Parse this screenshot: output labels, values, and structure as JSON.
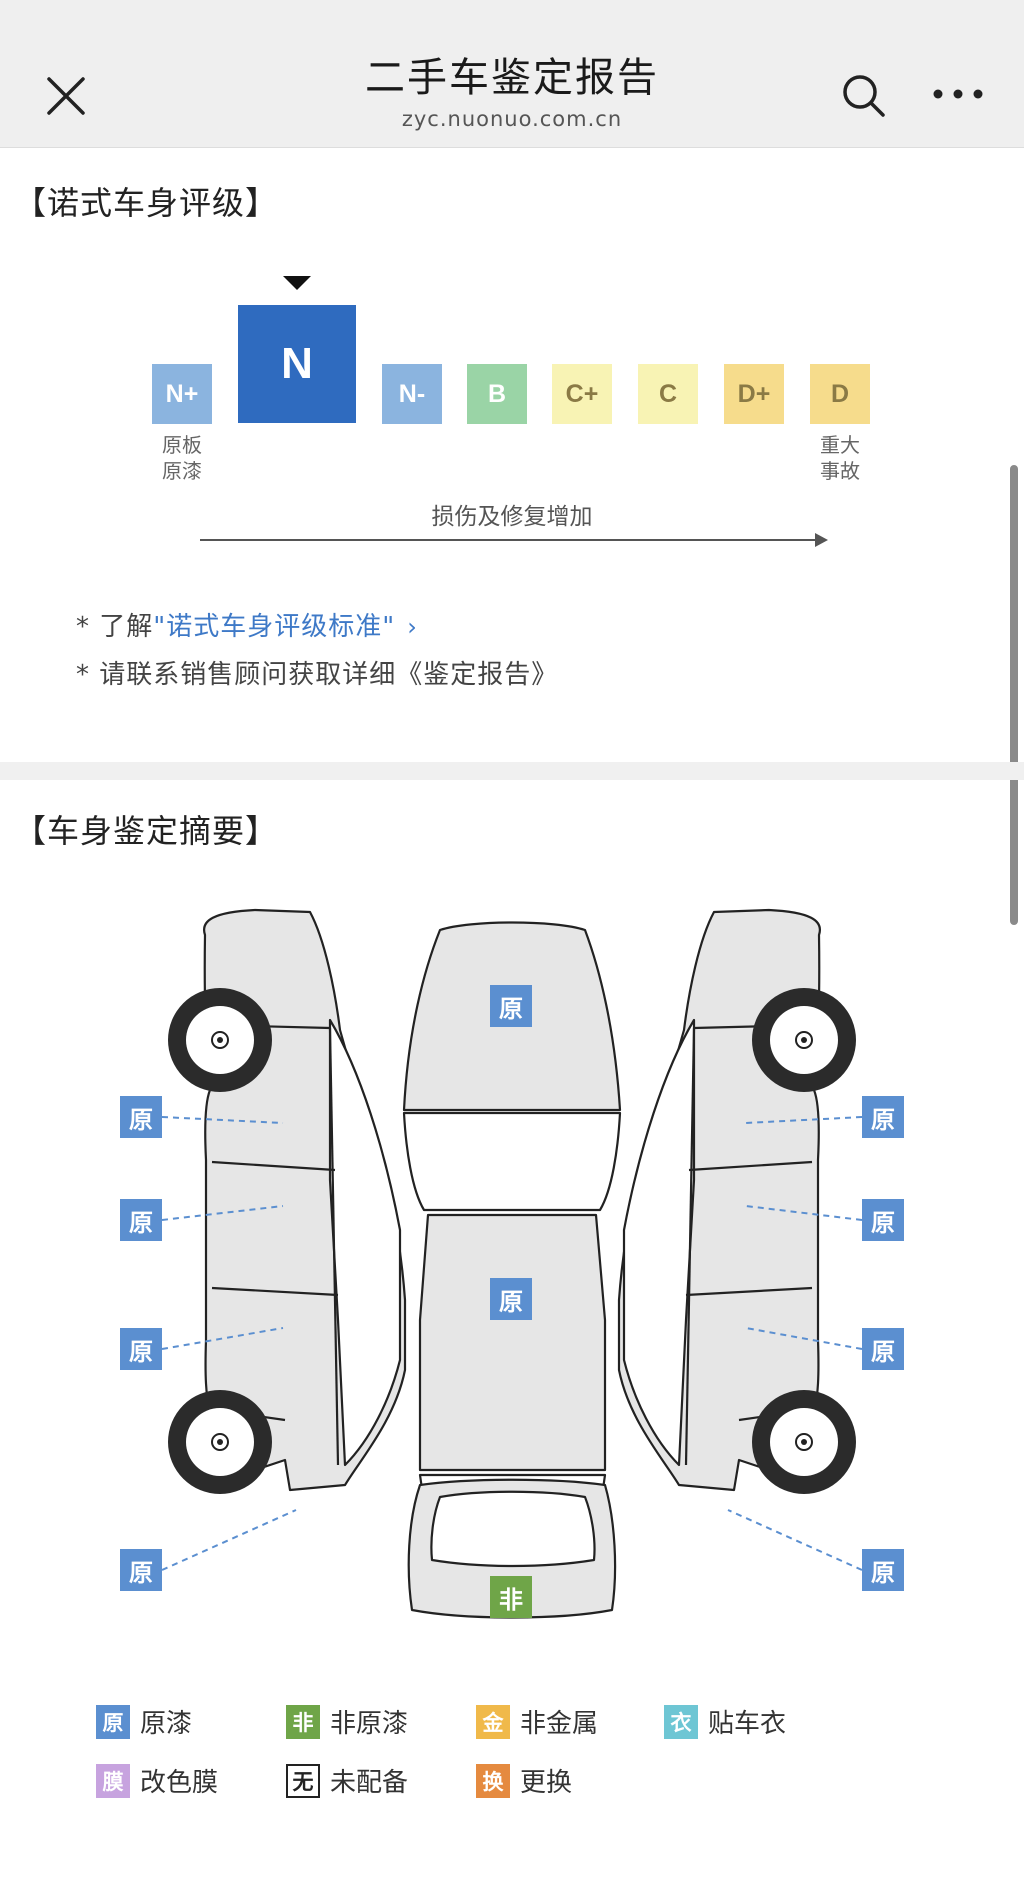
{
  "header": {
    "title": "二手车鉴定报告",
    "subtitle": "zyc.nuonuo.com.cn",
    "close_icon": "close-icon",
    "search_icon": "search-icon",
    "more_icon": "more-dots-icon"
  },
  "rating": {
    "section_title": "【诺式车身评级】",
    "current_grade": "N",
    "grades": [
      {
        "label": "N+",
        "color": "#8bb4df"
      },
      {
        "label": "N",
        "color": "#2f6bbf"
      },
      {
        "label": "N-",
        "color": "#8bb4df"
      },
      {
        "label": "B",
        "color": "#9ad4a6"
      },
      {
        "label": "C+",
        "color": "#f8f3b4"
      },
      {
        "label": "C",
        "color": "#f8f3b4"
      },
      {
        "label": "D+",
        "color": "#f6dc8c"
      },
      {
        "label": "D",
        "color": "#f6dc8c"
      }
    ],
    "left_note_line1": "原板",
    "left_note_line2": "原漆",
    "right_note_line1": "重大",
    "right_note_line2": "事故",
    "axis_label": "损伤及修复增加",
    "tip1_prefix": "* 了解",
    "tip1_link": "\"诺式车身评级标准\"",
    "tip1_chevron": "›",
    "tip2": "* 请联系销售顾问获取详细《鉴定报告》"
  },
  "summary": {
    "section_title": "【车身鉴定摘要】",
    "tags": {
      "left_front_fender": "原",
      "left_front_door": "原",
      "left_rear_door": "原",
      "left_rear_fender": "原",
      "hood": "原",
      "roof": "原",
      "trunk": "非",
      "right_front_fender": "原",
      "right_front_door": "原",
      "right_rear_door": "原",
      "right_rear_fender": "原"
    }
  },
  "legend": [
    {
      "glyph": "原",
      "label": "原漆",
      "color": "#5b8fd0"
    },
    {
      "glyph": "非",
      "label": "非原漆",
      "color": "#6fa548"
    },
    {
      "glyph": "金",
      "label": "非金属",
      "color": "#f0b94a"
    },
    {
      "glyph": "衣",
      "label": "贴车衣",
      "color": "#6ec6d4"
    },
    {
      "glyph": "膜",
      "label": "改色膜",
      "color": "#c7a3df"
    },
    {
      "glyph": "无",
      "label": "未配备",
      "color": "#ffffff"
    },
    {
      "glyph": "换",
      "label": "更换",
      "color": "#e58a3f"
    }
  ],
  "colors": {
    "original_paint": "#5b8fd0",
    "non_original_paint": "#6fa548",
    "link": "#3e79c7"
  }
}
